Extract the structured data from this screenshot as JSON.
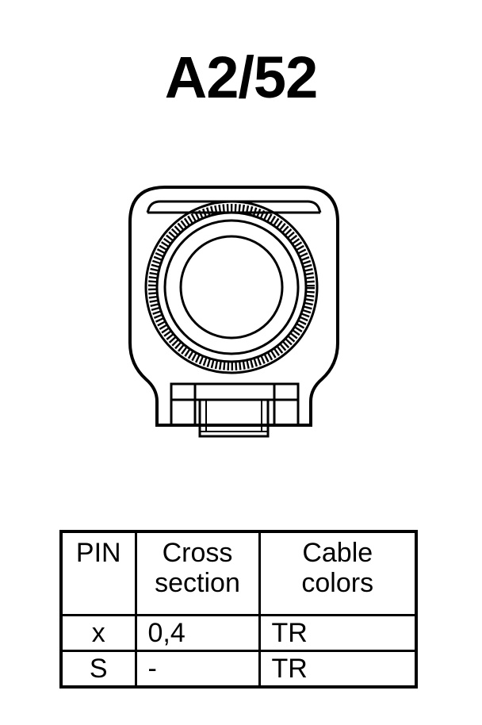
{
  "title": "A2/52",
  "connector": {
    "icon": "connector-face-icon"
  },
  "table": {
    "headers": {
      "pin": "PIN",
      "cross_line1": "Cross",
      "cross_line2": "section",
      "cable_line1": "Cable",
      "cable_line2": "colors"
    },
    "rows": [
      {
        "pin": "x",
        "cross": "0,4",
        "color": "TR"
      },
      {
        "pin": "S",
        "cross": "-",
        "color": "TR"
      }
    ]
  }
}
